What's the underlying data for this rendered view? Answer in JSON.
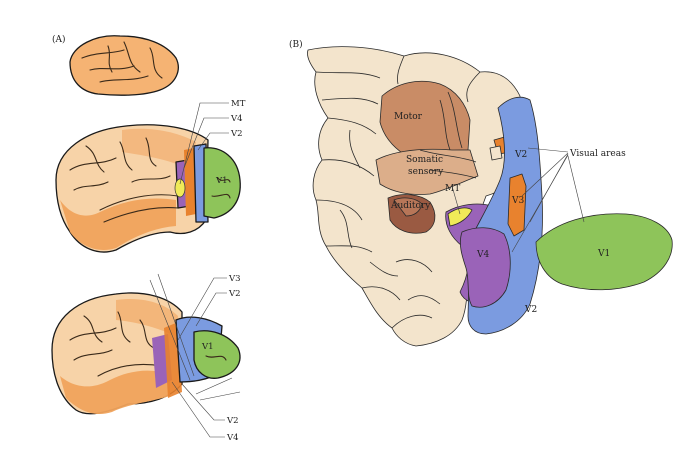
{
  "panel_a": {
    "label": "(A)",
    "middle_brain": {
      "label_mt": "MT",
      "label_v4": "V4",
      "label_v2": "V2",
      "label_v1": "V1"
    },
    "bottom_brain": {
      "label_v3": "V3",
      "label_v2_top": "V2",
      "label_v1": "V1",
      "label_v2_bottom": "V2",
      "label_v4": "V4"
    }
  },
  "panel_b": {
    "label": "(B)",
    "regions": {
      "motor": "Motor",
      "somatic_line1": "Somatic",
      "somatic_line2": "sensory",
      "auditory": "Auditory",
      "mt": "MT",
      "v1": "V1",
      "v2_top": "V2",
      "v2_bottom": "V2",
      "v3": "V3",
      "v4": "V4"
    },
    "callout": "Visual areas"
  },
  "colors": {
    "cortex_orange": "#f0a35c",
    "cortex_light": "#f7d9b0",
    "flat_beige": "#f3e4cc",
    "motor": "#c98c66",
    "somatic": "#dcae8a",
    "auditory": "#9a5a42",
    "v1_green": "#8ec45a",
    "v2_blue": "#7b9be0",
    "v3_orange": "#e8822e",
    "v4_purple": "#9a63b8",
    "mt_yellow": "#f0ea58"
  }
}
